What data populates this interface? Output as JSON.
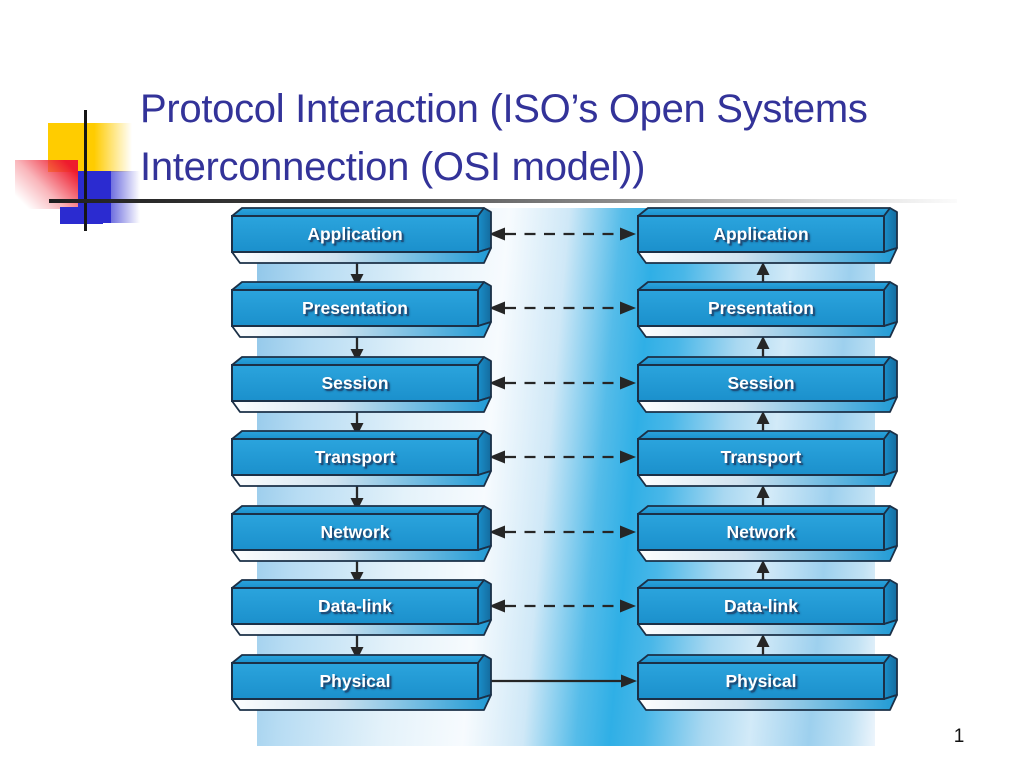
{
  "slide": {
    "title": {
      "line1": "Protocol Interaction (ISO’s Open Systems",
      "line2": "Interconnection (OSI model))",
      "color": "#333399"
    },
    "page_number": "1"
  },
  "decoration": {
    "colors": {
      "yellow_square": "#ffcc00",
      "red_square": "#ee1b2d",
      "blue_square": "#2b2bd0",
      "crosshair_line": "#161616"
    }
  },
  "diagram": {
    "layers": [
      "Application",
      "Presentation",
      "Session",
      "Transport",
      "Network",
      "Data-link",
      "Physical"
    ],
    "stacks": {
      "left": "top-down arrows",
      "right": "bottom-up arrows"
    },
    "connections": {
      "dashed_double_headed_rows": [
        "Application",
        "Presentation",
        "Session",
        "Transport",
        "Network",
        "Data-link"
      ],
      "solid_right_arrow_row": "Physical",
      "left_column_vertical_arrows": "down",
      "right_column_vertical_arrows": "up"
    },
    "colors": {
      "box_face": "#1f9bd6",
      "box_outline": "#1b3047",
      "box_bottom_bevel": "white-to-blue gradient",
      "label_text": "#ffffff",
      "label_shadow": "#1e4f7c",
      "arrow": "#262626",
      "background_band_deep": "#2fafe6",
      "background_band_light": "#f7fbfe"
    }
  }
}
